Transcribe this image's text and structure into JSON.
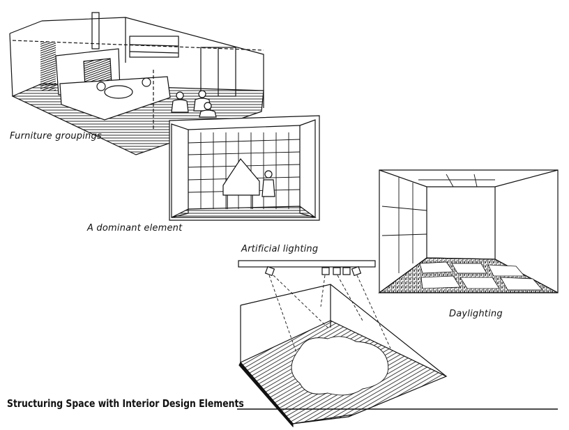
{
  "labels": {
    "furniture": "Furniture groupings",
    "dominant": "A dominant element",
    "artificial": "Artificial lighting",
    "daylighting": "Daylighting"
  },
  "title": "Structuring Space with Interior Design Elements",
  "colors": {
    "ink": "#111111",
    "paper": "#ffffff"
  }
}
